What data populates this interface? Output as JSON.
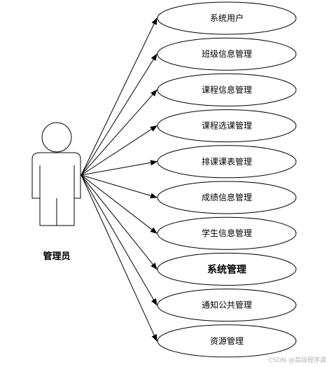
{
  "actor": {
    "label": "管理员"
  },
  "use_cases": [
    {
      "label": "系统用户",
      "bold": false
    },
    {
      "label": "班级信息管理",
      "bold": false
    },
    {
      "label": "课程信息管理",
      "bold": false
    },
    {
      "label": "课程选课管理",
      "bold": false
    },
    {
      "label": "排课课表管理",
      "bold": false
    },
    {
      "label": "成绩信息管理",
      "bold": false
    },
    {
      "label": "学生信息管理",
      "bold": false
    },
    {
      "label": "系统管理",
      "bold": true
    },
    {
      "label": "通知公共管理",
      "bold": false
    },
    {
      "label": "资源管理",
      "bold": false
    }
  ],
  "watermark": "CSDN @高级程序源"
}
